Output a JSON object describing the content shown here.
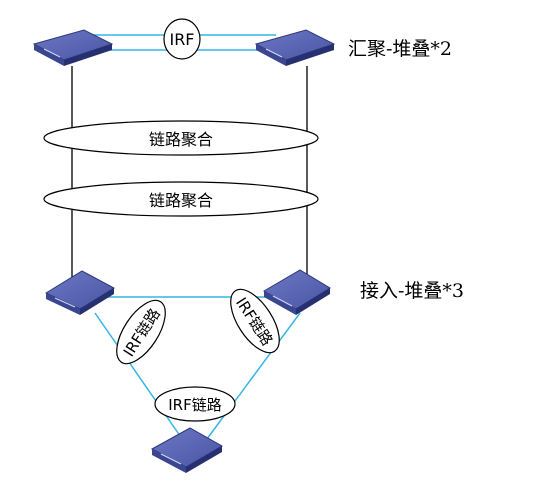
{
  "labels": {
    "aggregation": "汇聚-堆叠*2",
    "access": "接入-堆叠*3",
    "irf_top": "IRF",
    "link_agg_1": "链路聚合",
    "link_agg_2": "链路聚合",
    "irf_link_left": "IRF链路",
    "irf_link_right": "IRF链路",
    "irf_link_bottom": "IRF链路"
  },
  "colors": {
    "switch_top": "#5a66b0",
    "switch_side": "#2e3a7a",
    "irf_line": "#35b5e6",
    "uplink_line": "#000000"
  }
}
